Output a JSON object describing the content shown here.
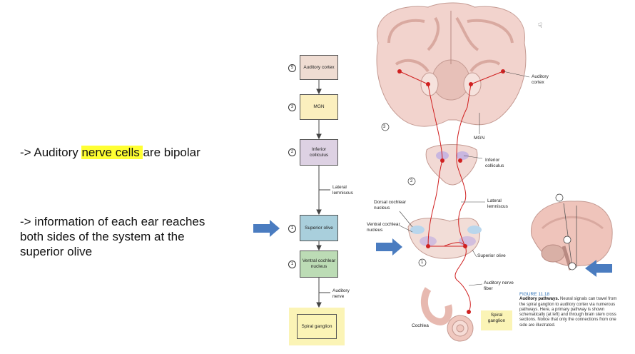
{
  "bullets": {
    "b1_prefix": "-> Auditory ",
    "b1_highlight": "nerve cells ",
    "b1_suffix": "are bipolar",
    "b2_line1": "-> information of each ear reaches",
    "b2_line2": "both sides of the system at the",
    "b2_line3": "superior olive"
  },
  "schematic": {
    "boxes": [
      {
        "num": "5",
        "label": "Auditory cortex"
      },
      {
        "num": "3",
        "label": "MGN"
      },
      {
        "num": "2",
        "label": "Inferior colliculus"
      },
      {
        "num": "1",
        "label": "Superior olive"
      },
      {
        "num": "1",
        "label": "Ventral cochlear nucleus"
      },
      {
        "label": "Spiral ganglion"
      }
    ],
    "side_labels": {
      "lateral_lemniscus": "Lateral lemniscus",
      "auditory_nerve": "Auditory nerve"
    }
  },
  "anatomy_labels": {
    "auditory_cortex": "Auditory cortex",
    "mgn": "MGN",
    "inferior_colliculus": "Inferior colliculus",
    "lateral_lemniscus": "Lateral lemniscus",
    "dorsal_cochlear": "Dorsal cochlear nucleus",
    "ventral_cochlear": "Ventral cochlear nucleus",
    "superior_olive": "Superior olive",
    "auditory_nerve_fiber": "Auditory nerve fiber",
    "spiral_ganglion": "Spiral ganglion",
    "cochlea": "Cochlea",
    "num_3": "3",
    "num_2": "2",
    "num_1": "1"
  },
  "caption": {
    "figure": "FIGURE 11.18",
    "title": "Auditory pathways.",
    "body": "Neural signals can travel from the spiral ganglion to auditory cortex via numerous pathways. Here, a primary pathway is shown schematically (at left) and through brain stem cross sections. Notice that only the connections from one side are illustrated."
  },
  "colors": {
    "arrow_blue": "#4a7cc0",
    "pathway_red": "#d02020",
    "highlight": "#ffff33"
  }
}
